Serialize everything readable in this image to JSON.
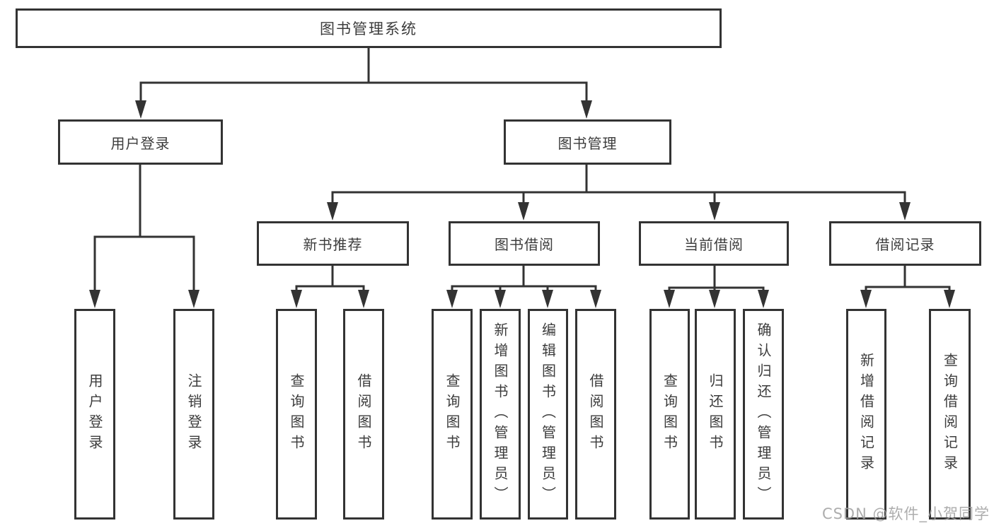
{
  "diagram_type": "hierarchy-tree",
  "colors": {
    "background": "#ffffff",
    "box_border": "#333333",
    "connector_line": "#333333",
    "arrowhead": "#333333",
    "label_text": "#3c3c3c",
    "watermark_text": "#a2a2a2"
  },
  "tree": {
    "label": "图书管理系统",
    "children": [
      {
        "label": "用户登录",
        "children": [
          {
            "label": "用户登录"
          },
          {
            "label": "注销登录"
          }
        ]
      },
      {
        "label": "图书管理",
        "children": [
          {
            "label": "新书推荐",
            "children": [
              {
                "label": "查询图书"
              },
              {
                "label": "借阅图书"
              }
            ]
          },
          {
            "label": "图书借阅",
            "children": [
              {
                "label": "查询图书"
              },
              {
                "label": "新增图书（管理员）"
              },
              {
                "label": "编辑图书（管理员）"
              },
              {
                "label": "借阅图书"
              }
            ]
          },
          {
            "label": "当前借阅",
            "children": [
              {
                "label": "查询图书"
              },
              {
                "label": "归还图书"
              },
              {
                "label": "确认归还（管理员）"
              }
            ]
          },
          {
            "label": "借阅记录",
            "children": [
              {
                "label": "新增借阅记录"
              },
              {
                "label": "查询借阅记录"
              }
            ]
          }
        ]
      }
    ]
  },
  "watermark": {
    "text": "CSDN @软件_小贺同学"
  }
}
